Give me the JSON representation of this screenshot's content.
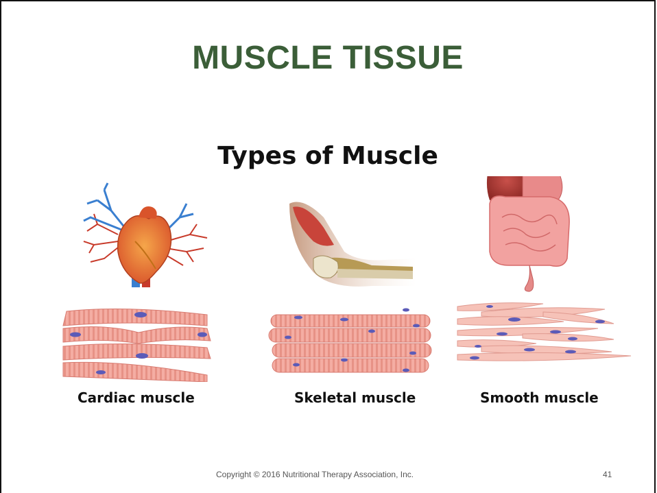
{
  "slide": {
    "title": "MUSCLE TISSUE",
    "subtitle": "Types of Muscle",
    "muscle_types": [
      {
        "label": "Cardiac muscle",
        "organ_icon": "heart-icon",
        "tissue": "cardiac-fibers"
      },
      {
        "label": "Skeletal muscle",
        "organ_icon": "elbow-arm-icon",
        "tissue": "skeletal-fibers"
      },
      {
        "label": "Smooth muscle",
        "organ_icon": "digestive-organs-icon",
        "tissue": "smooth-fibers"
      }
    ],
    "footer": "Copyright © 2016 Nutritional Therapy Association, Inc.",
    "page_number": "41"
  },
  "colors": {
    "title": "#3b5e38",
    "fiber": "#f2a89e",
    "fiber_stripe": "#e48b80",
    "nucleus": "#5b5bb8"
  }
}
